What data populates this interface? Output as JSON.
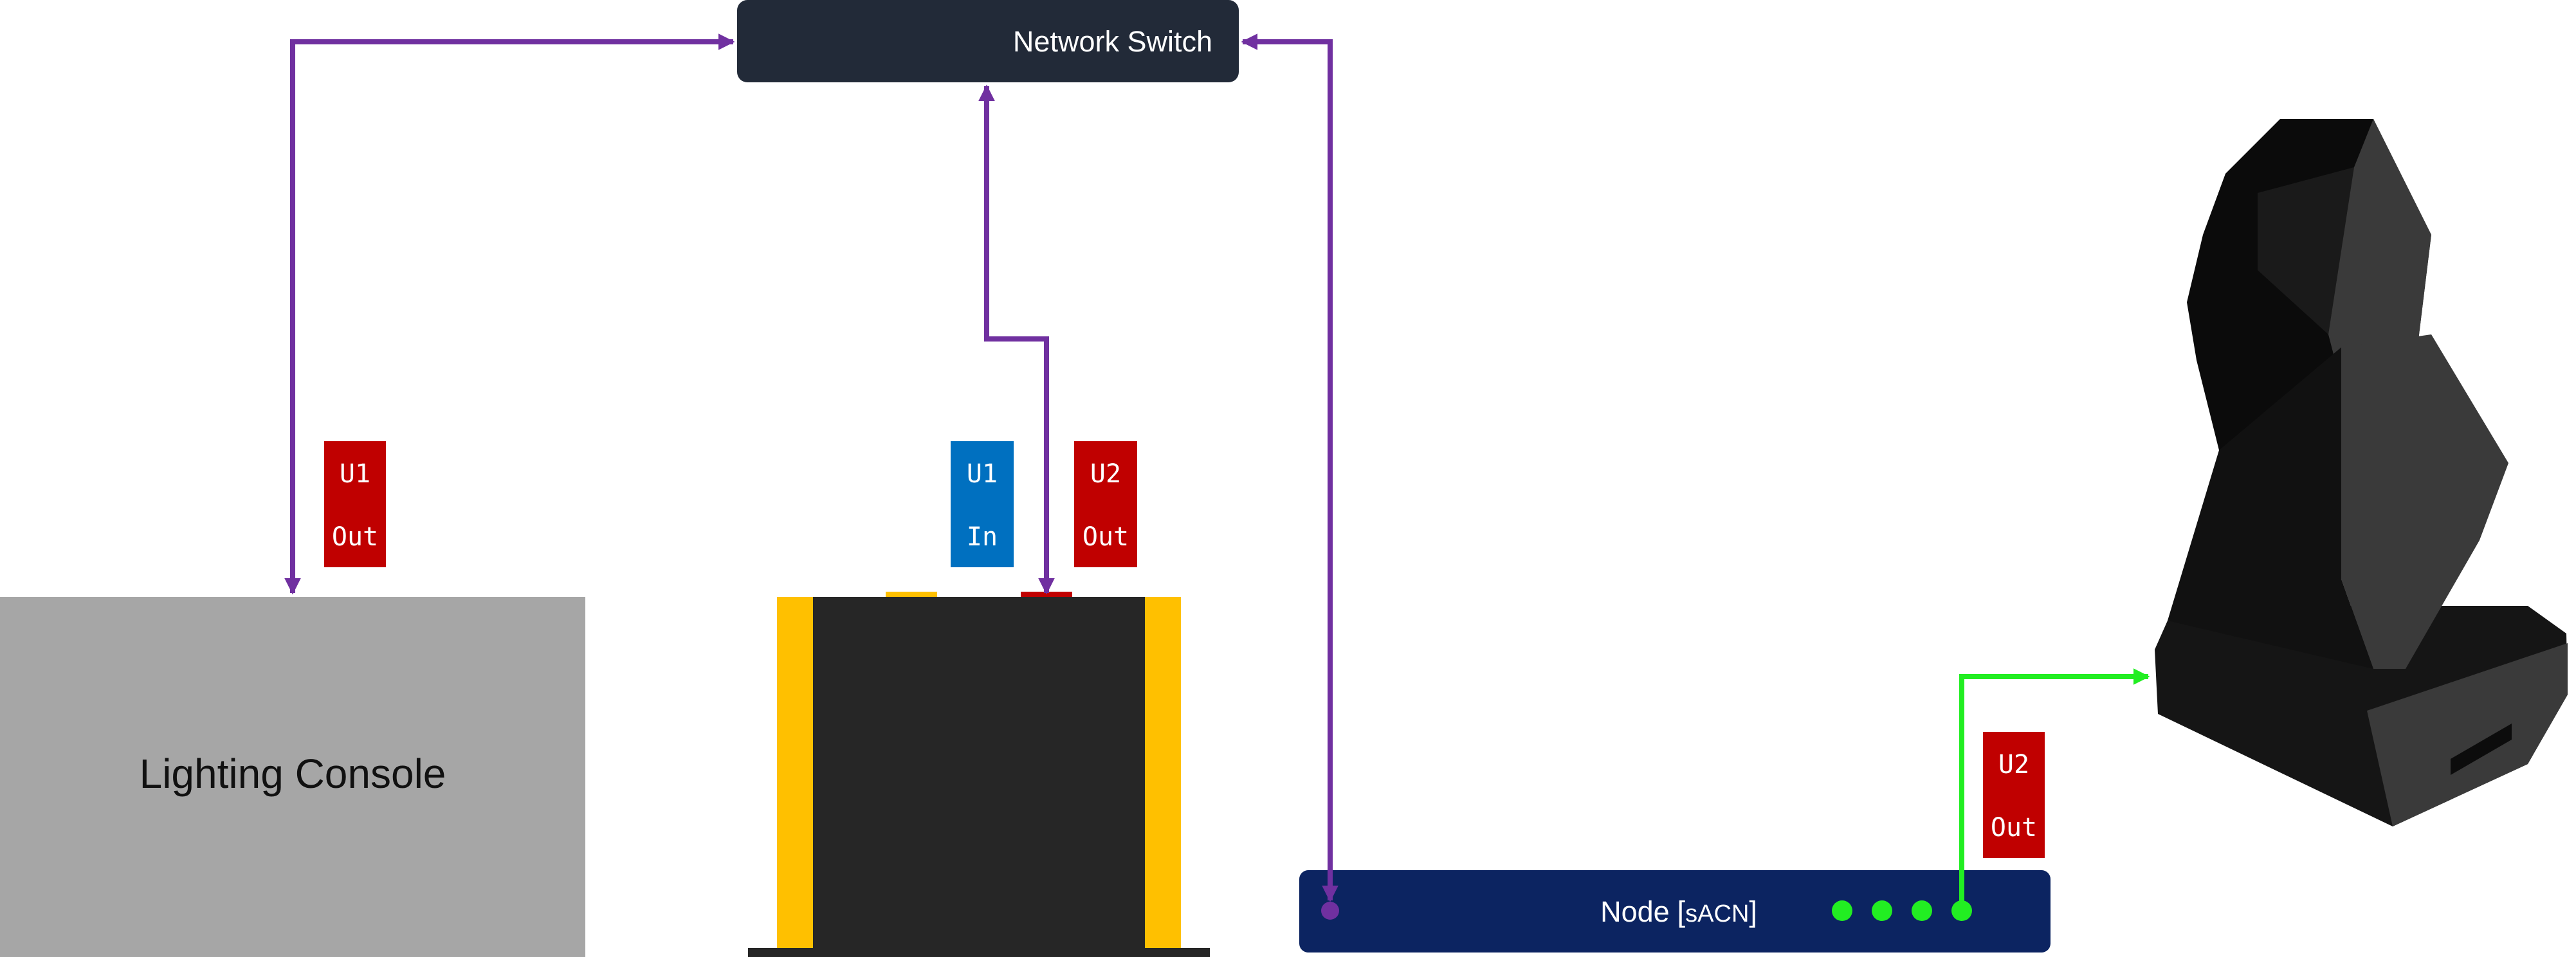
{
  "switch": {
    "label": "Network Switch"
  },
  "console": {
    "label": "Lighting Console"
  },
  "node": {
    "label": "Node",
    "protocol": "sACN"
  },
  "badges": {
    "console_u1": {
      "universe": "U1",
      "direction": "Out"
    },
    "device_u1": {
      "universe": "U1",
      "direction": "In"
    },
    "device_u2": {
      "universe": "U2",
      "direction": "Out"
    },
    "node_u2": {
      "universe": "U2",
      "direction": "Out"
    }
  },
  "colors": {
    "network_link": "#7030a0",
    "dmx_link": "#22ee22",
    "out_badge": "#c00000",
    "in_badge": "#0070c0",
    "switch_fill": "#222a38",
    "node_fill": "#0c2461",
    "console_fill": "#a6a6a6",
    "device_body": "#262626",
    "device_side": "#ffc000"
  }
}
